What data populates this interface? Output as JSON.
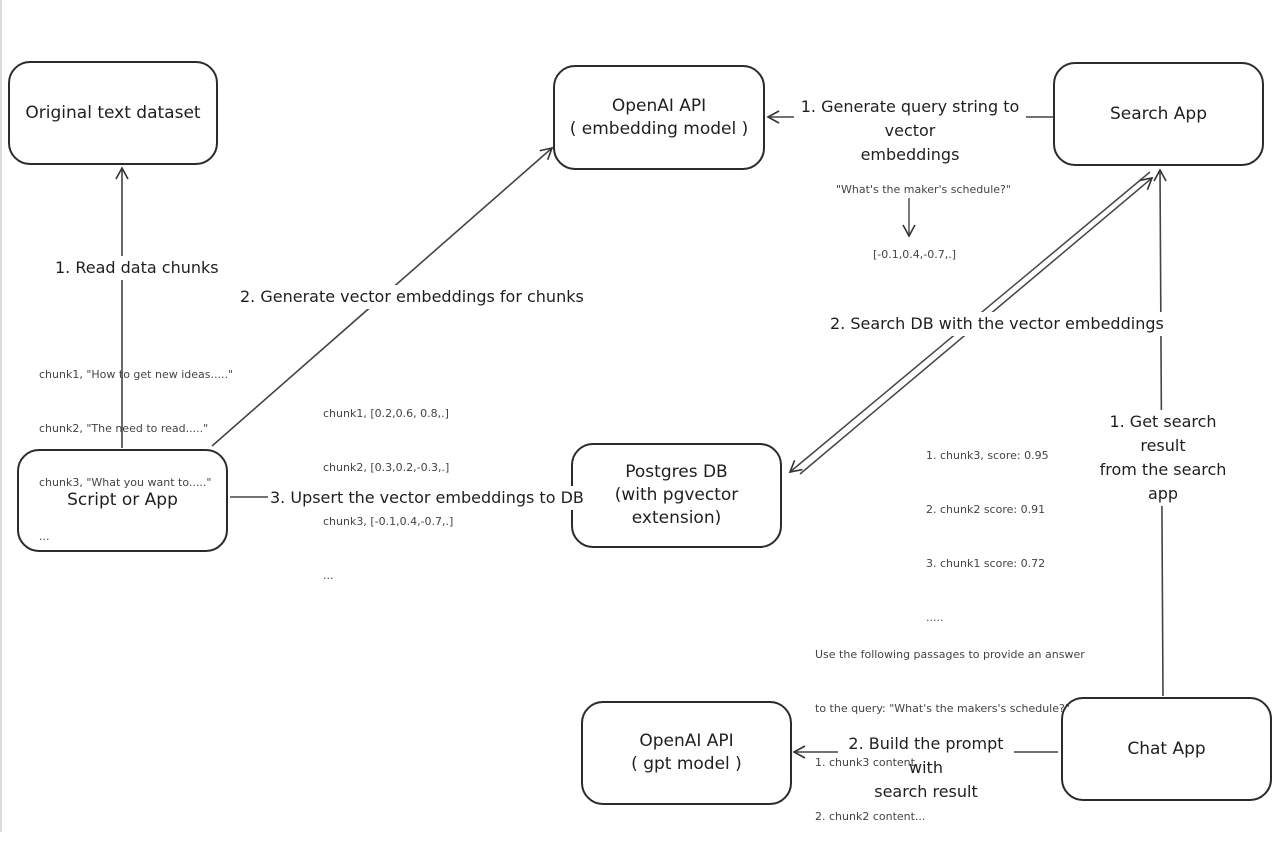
{
  "nodes": {
    "original_text": "Original text dataset",
    "openai_embedding_line1": "OpenAI API",
    "openai_embedding_line2": "( embedding model )",
    "search_app": "Search App",
    "script_app": "Script or App",
    "postgres_line1": "Postgres DB",
    "postgres_line2": "(with pgvector extension)",
    "openai_gpt_line1": "OpenAI API",
    "openai_gpt_line2": "( gpt model )",
    "chat_app": "Chat App"
  },
  "edges": {
    "read_chunks": "1. Read data chunks",
    "generate_embeddings": "2. Generate vector embeddings for chunks",
    "upsert": "3. Upsert the vector embeddings  to DB",
    "query_vector_line1": "1. Generate query string to vector",
    "query_vector_line2": "embeddings",
    "search_db": "2. Search DB with the vector embeddings",
    "get_result_line1": "1. Get search result",
    "get_result_line2": "from the search app",
    "build_prompt_line1": "2. Build the prompt with",
    "build_prompt_line2": "search result"
  },
  "notes": {
    "chunks_text": [
      "chunk1, \"How to get new ideas.....\"",
      "chunk2, \"The need to read.....\"",
      "chunk3, \"What you want to.....\"",
      "..."
    ],
    "chunks_vectors": [
      "chunk1, [0.2,0.6, 0.8,.]",
      "chunk2, [0.3,0.2,-0.3,.]",
      "chunk3, [-0.1,0.4,-0.7,.]",
      "..."
    ],
    "query_text": "\"What's the maker's schedule?\"",
    "query_vector": "[-0.1,0.4,-0.7,.]",
    "scores": [
      "1. chunk3, score: 0.95",
      "2. chunk2 score: 0.91",
      "3. chunk1 score: 0.72",
      "....."
    ],
    "prompt": [
      "Use the following passages to provide an answer",
      "to the query: \"What's the makers's schedule?\"",
      "1. chunk3 content...",
      "2. chunk2 content..."
    ]
  }
}
